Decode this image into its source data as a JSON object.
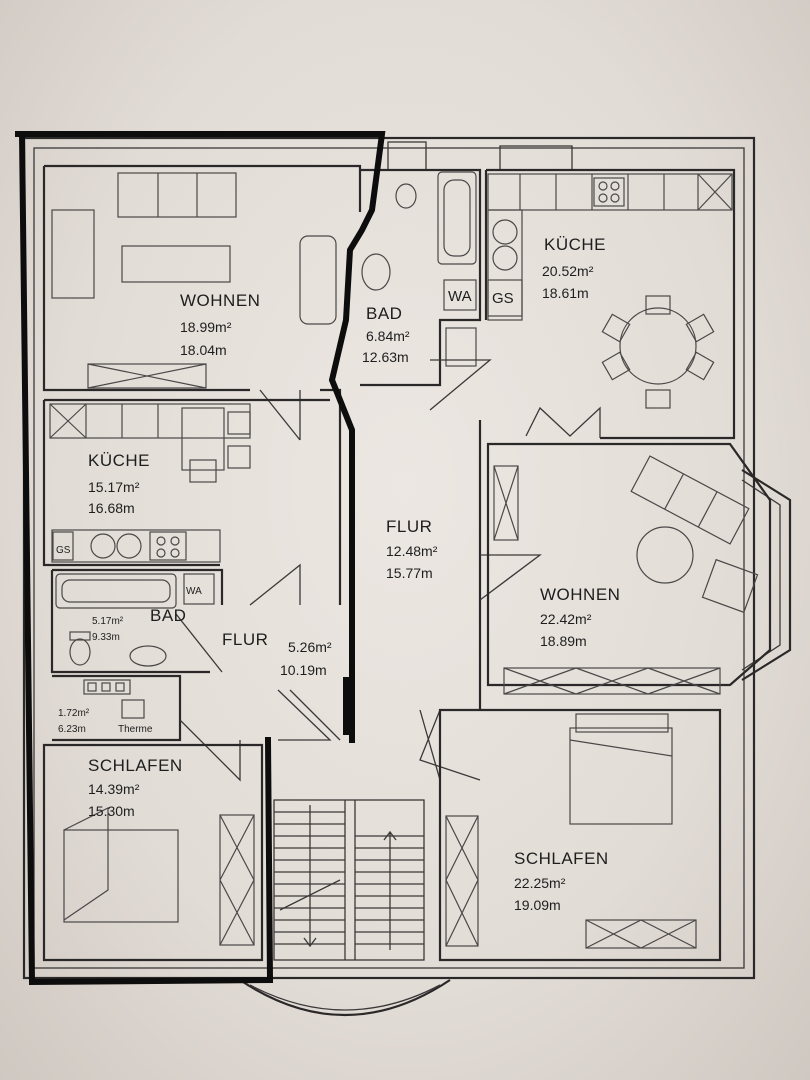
{
  "left_unit": {
    "wohnen": {
      "name": "WOHNEN",
      "area": "18.99m²",
      "perimeter": "18.04m"
    },
    "kueche": {
      "name": "KÜCHE",
      "area": "15.17m²",
      "perimeter": "16.68m"
    },
    "bad": {
      "name": "BAD",
      "area": "5.17m²",
      "perimeter": "9.33m"
    },
    "flur": {
      "name": "FLUR",
      "area": "5.26m²",
      "perimeter": "10.19m"
    },
    "abstell": {
      "area": "1.72m²",
      "perimeter": "6.23m",
      "note": "Therme"
    },
    "schlafen": {
      "name": "SCHLAFEN",
      "area": "14.39m²",
      "perimeter": "15.30m"
    },
    "fixtures": {
      "gs": "GS",
      "wa": "WA"
    }
  },
  "right_unit": {
    "bad": {
      "name": "BAD",
      "area": "6.84m²",
      "perimeter": "12.63m"
    },
    "kueche": {
      "name": "KÜCHE",
      "area": "20.52m²",
      "perimeter": "18.61m"
    },
    "flur": {
      "name": "FLUR",
      "area": "12.48m²",
      "perimeter": "15.77m"
    },
    "wohnen": {
      "name": "WOHNEN",
      "area": "22.42m²",
      "perimeter": "18.89m"
    },
    "schlafen": {
      "name": "SCHLAFEN",
      "area": "22.25m²",
      "perimeter": "19.09m"
    },
    "fixtures": {
      "wa": "WA",
      "gs": "GS"
    }
  }
}
